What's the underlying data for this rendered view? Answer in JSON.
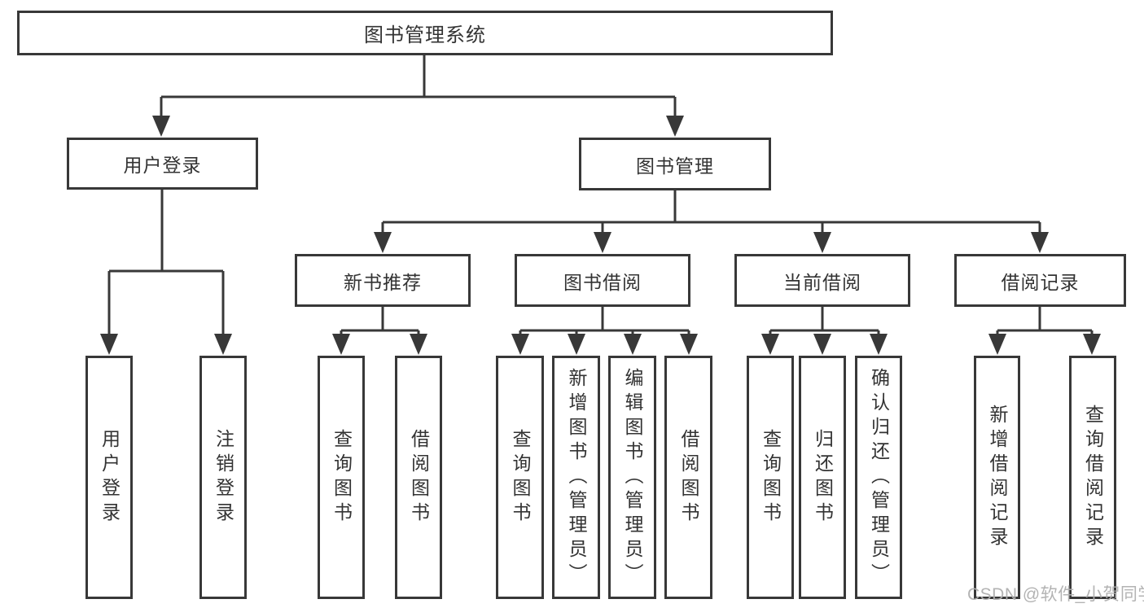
{
  "diagram": {
    "title": "图书管理系统",
    "nodes": {
      "system": "图书管理系统",
      "user_login": "用户登录",
      "book_mgmt": "图书管理",
      "new_books": "新书推荐",
      "book_borrow": "图书借阅",
      "current_borrow": "当前借阅",
      "borrow_records": "借阅记录",
      "leaf_user_login": "用户登录",
      "leaf_logout": "注销登录",
      "leaf_nb_search": "查询图书",
      "leaf_nb_borrow": "借阅图书",
      "leaf_bb_search": "查询图书",
      "leaf_bb_add": "新增图书（管理员）",
      "leaf_bb_edit": "编辑图书（管理员）",
      "leaf_bb_borrow": "借阅图书",
      "leaf_cb_search": "查询图书",
      "leaf_cb_return": "归还图书",
      "leaf_cb_confirm": "确认归还（管理员）",
      "leaf_br_add": "新增借阅记录",
      "leaf_br_search": "查询借阅记录"
    },
    "hierarchy": {
      "图书管理系统": {
        "用户登录": [
          "用户登录",
          "注销登录"
        ],
        "图书管理": {
          "新书推荐": [
            "查询图书",
            "借阅图书"
          ],
          "图书借阅": [
            "查询图书",
            "新增图书（管理员）",
            "编辑图书（管理员）",
            "借阅图书"
          ],
          "当前借阅": [
            "查询图书",
            "归还图书",
            "确认归还（管理员）"
          ],
          "借阅记录": [
            "新增借阅记录",
            "查询借阅记录"
          ]
        }
      }
    },
    "watermark": "CSDN @软件_小贺同学",
    "colors": {
      "line": "#383838",
      "box_border": "#383838",
      "text": "#333333",
      "background": "#ffffff",
      "watermark": "#afafaf"
    }
  }
}
